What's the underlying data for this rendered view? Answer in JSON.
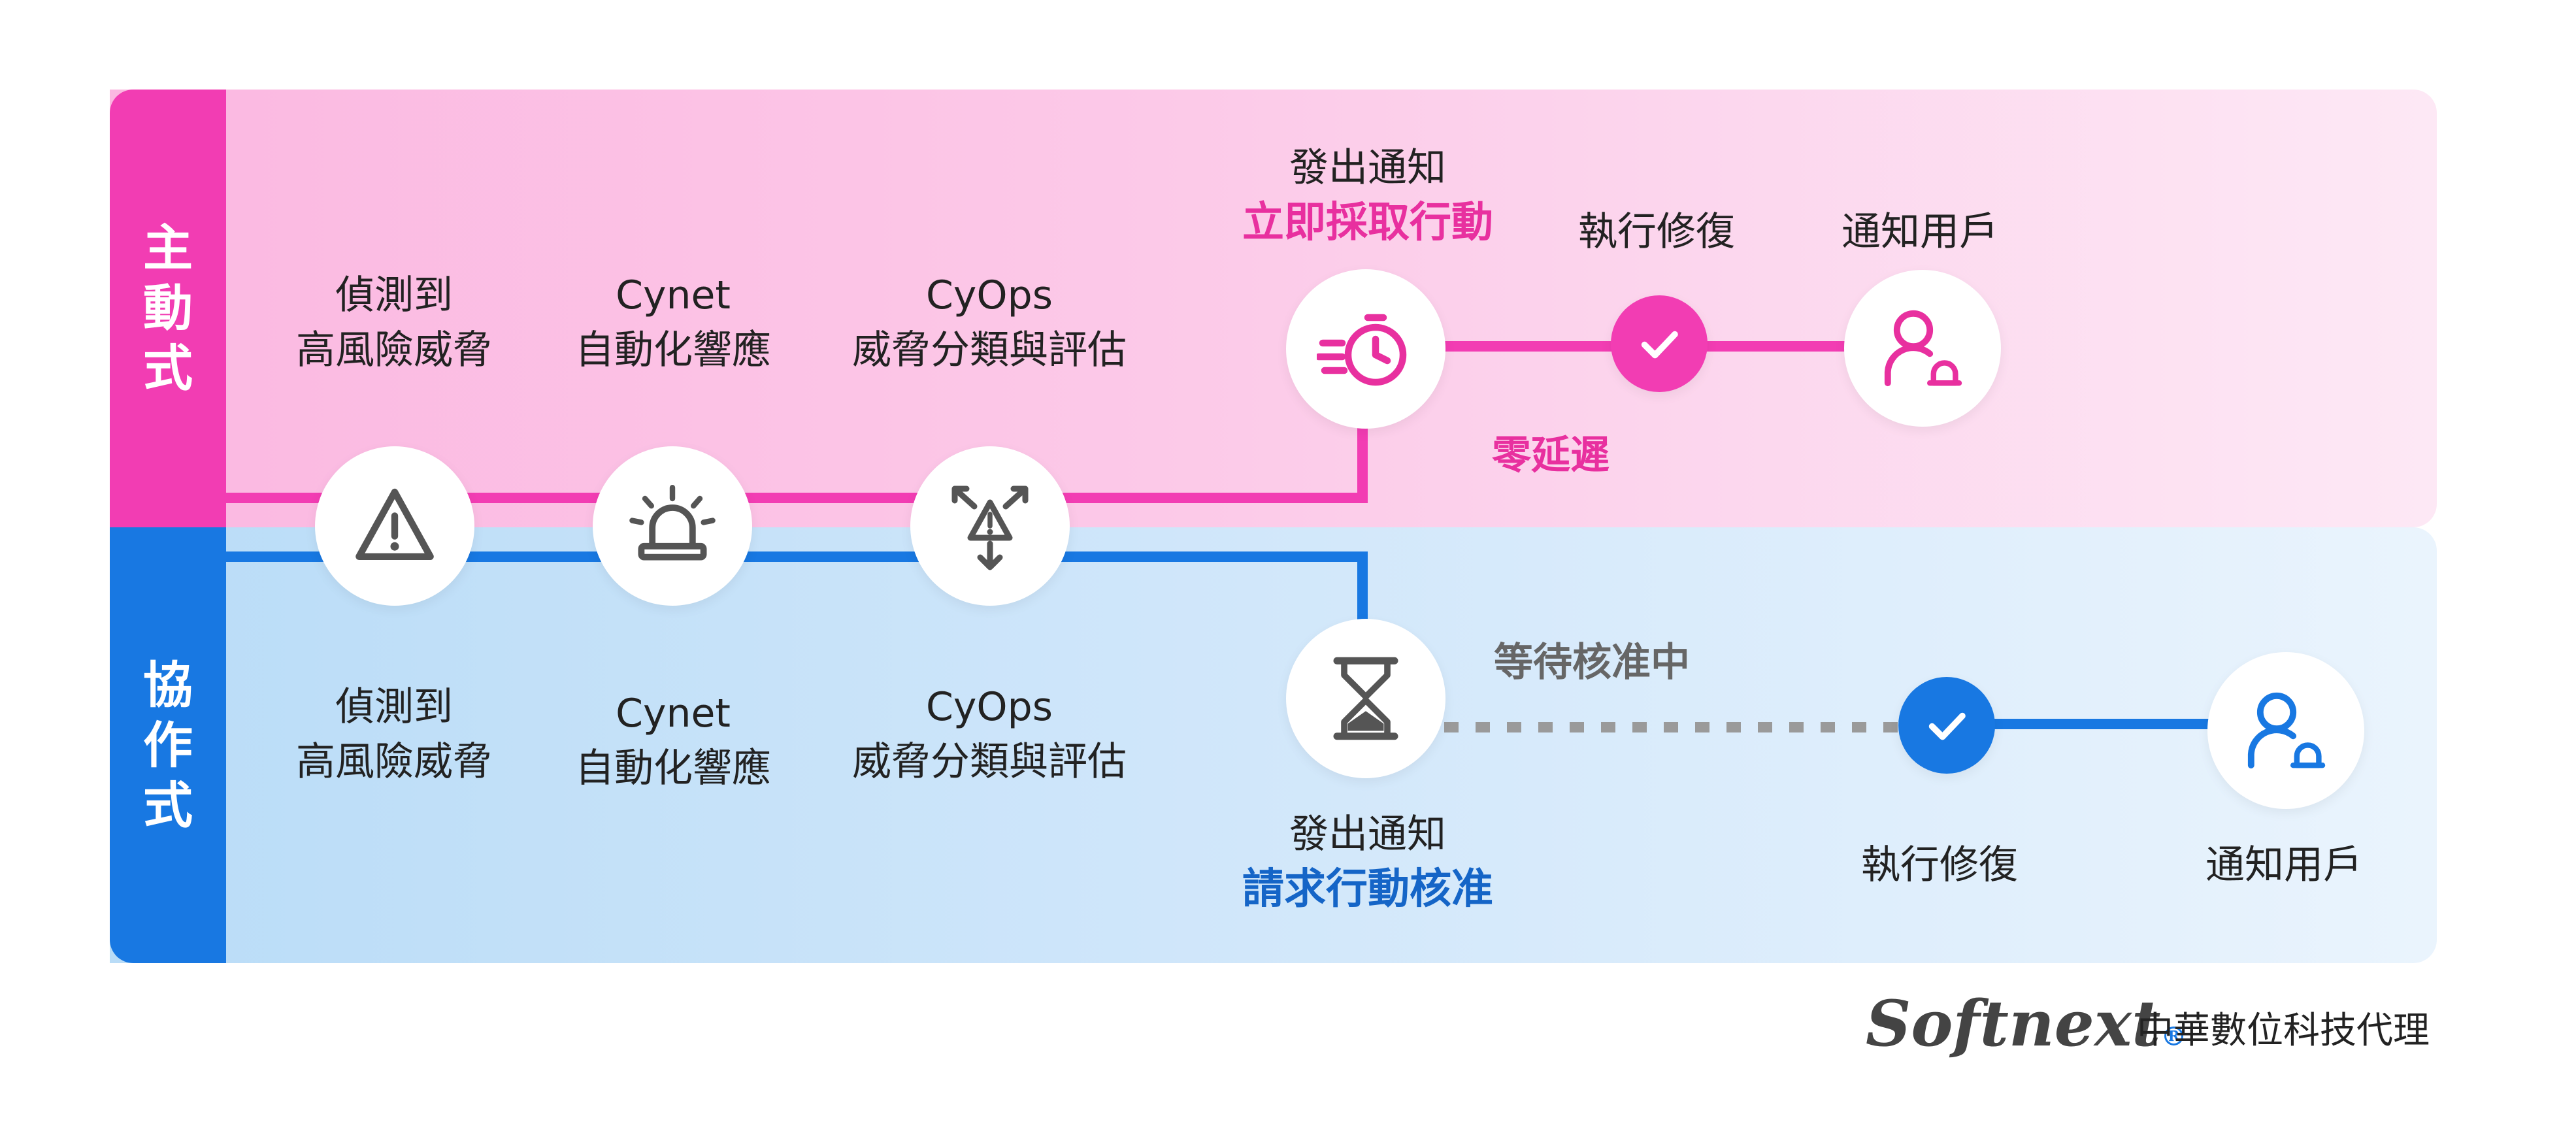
{
  "rows": {
    "active": {
      "label_chars": [
        "主",
        "動",
        "式"
      ],
      "color": "#f23db3"
    },
    "collab": {
      "label_chars": [
        "協",
        "作",
        "式"
      ],
      "color": "#1878e2"
    }
  },
  "shared_steps": [
    {
      "line1": "偵測到",
      "line2": "高風險威脅",
      "icon": "warning-triangle-icon"
    },
    {
      "line1": "Cynet",
      "line2": "自動化響應",
      "icon": "alarm-siren-icon"
    },
    {
      "line1": "CyOps",
      "line2": "威脅分類與評估",
      "icon": "threat-triage-icon"
    }
  ],
  "active_flow": {
    "notify": {
      "line1": "發出通知",
      "line2": "立即採取行動",
      "icon": "fast-timer-icon"
    },
    "remediate": {
      "label": "執行修復",
      "icon": "check-icon"
    },
    "notify_user": {
      "label": "通知用戶",
      "icon": "user-bell-icon"
    },
    "delay_tag": "零延遲"
  },
  "collab_flow": {
    "notify": {
      "line1": "發出通知",
      "line2": "請求行動核准",
      "icon": "hourglass-icon"
    },
    "waiting_tag": "等待核准中",
    "remediate": {
      "label": "執行修復",
      "icon": "check-icon"
    },
    "notify_user": {
      "label": "通知用戶",
      "icon": "user-bell-icon"
    }
  },
  "footer": {
    "brand": "Softnext",
    "brand_mark": "®",
    "agent": "中華數位科技代理"
  },
  "colors": {
    "pink": "#f23db3",
    "blue": "#1878e2",
    "icon_gray": "#555555",
    "dashed": "#9a9a9a"
  }
}
